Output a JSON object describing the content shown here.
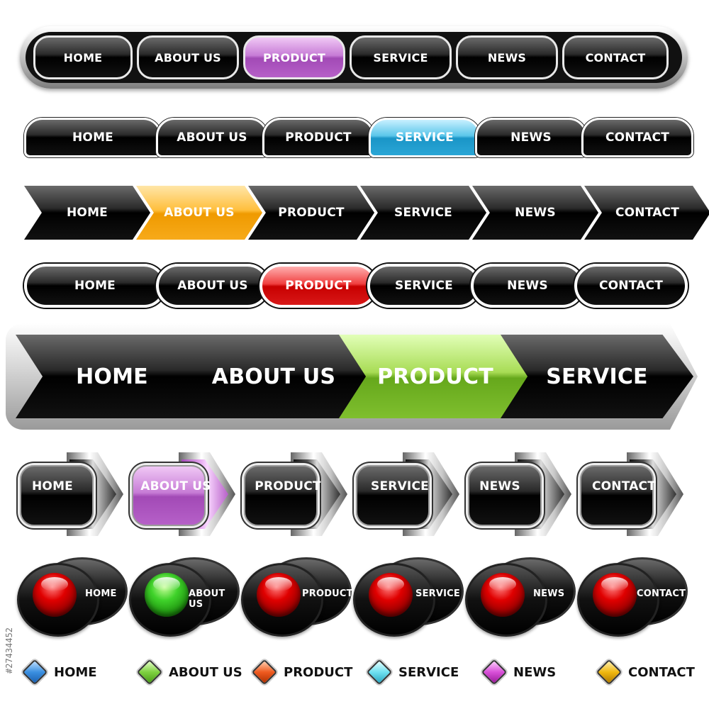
{
  "watermark": "#27434452",
  "row1": {
    "items": [
      "HOME",
      "ABOUT US",
      "PRODUCT",
      "SERVICE",
      "NEWS",
      "CONTACT"
    ],
    "active": 2,
    "active_color": "#b660c8"
  },
  "row2": {
    "items": [
      "HOME",
      "ABOUT US",
      "PRODUCT",
      "SERVICE",
      "NEWS",
      "CONTACT"
    ],
    "active": 3,
    "active_color": "#2aa6d6"
  },
  "row3": {
    "items": [
      "HOME",
      "ABOUT US",
      "PRODUCT",
      "SERVICE",
      "NEWS",
      "CONTACT"
    ],
    "active": 1,
    "active_color": "#f7aa1a"
  },
  "row4": {
    "items": [
      "HOME",
      "ABOUT US",
      "PRODUCT",
      "SERVICE",
      "NEWS",
      "CONTACT"
    ],
    "active": 2,
    "active_color": "#d81818"
  },
  "row5": {
    "items": [
      "HOME",
      "ABOUT US",
      "PRODUCT",
      "SERVICE"
    ],
    "active": 2,
    "active_color": "#7fbf2e"
  },
  "row6": {
    "items": [
      "HOME",
      "ABOUT US",
      "PRODUCT",
      "SERVICE",
      "NEWS",
      "CONTACT"
    ],
    "active": 1,
    "active_color": "#b660c8"
  },
  "row7": {
    "items": [
      "HOME",
      "ABOUT US",
      "PRODUCT",
      "SERVICE",
      "NEWS",
      "CONTACT"
    ],
    "active": 1,
    "orb_color": "#e00000",
    "active_orb_color": "#3fd22a"
  },
  "row8": {
    "items": [
      {
        "label": "HOME",
        "color": "#3a8fe0"
      },
      {
        "label": "ABOUT US",
        "color": "#7ed040"
      },
      {
        "label": "PRODUCT",
        "color": "#ef5a20"
      },
      {
        "label": "SERVICE",
        "color": "#6fe0f0"
      },
      {
        "label": "NEWS",
        "color": "#d850d8"
      },
      {
        "label": "CONTACT",
        "color": "#f0b810"
      }
    ]
  }
}
